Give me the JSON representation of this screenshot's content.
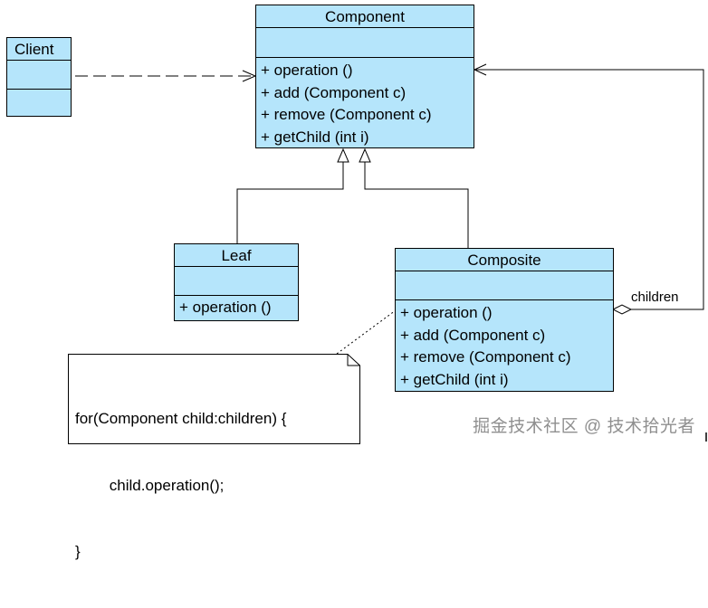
{
  "diagram": {
    "classes": {
      "component": {
        "name": "Component",
        "operations": [
          "+  operation ()",
          "+  add (Component c)",
          "+  remove (Component c)",
          "+  getChild (int i)"
        ]
      },
      "client": {
        "name": "Client",
        "operations": []
      },
      "leaf": {
        "name": "Leaf",
        "operations": [
          "+  operation ()"
        ]
      },
      "composite": {
        "name": "Composite",
        "operations": [
          "+  operation ()",
          "+  add (Component c)",
          "+  remove (Component c)",
          "+  getChild (int i)"
        ]
      }
    },
    "association_role": "children",
    "note_lines": [
      "for(Component child:children) {",
      "        child.operation();",
      "}"
    ],
    "fill_color": "#b5e5fb",
    "line_color": "#000000"
  },
  "watermark": "掘金技术社区 @ 技术拾光者"
}
